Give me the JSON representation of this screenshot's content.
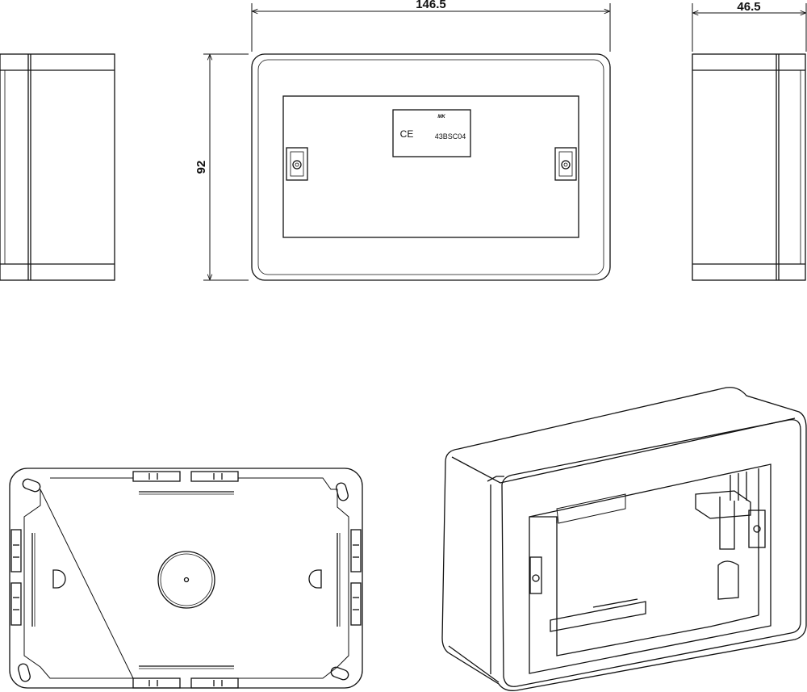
{
  "dimensions": {
    "width": "146.5",
    "height": "92",
    "depth": "46.5"
  },
  "label": {
    "brand": "MK",
    "mark": "CE",
    "model": "43BSC04"
  },
  "colors": {
    "line": "#111111",
    "background": "#ffffff"
  }
}
